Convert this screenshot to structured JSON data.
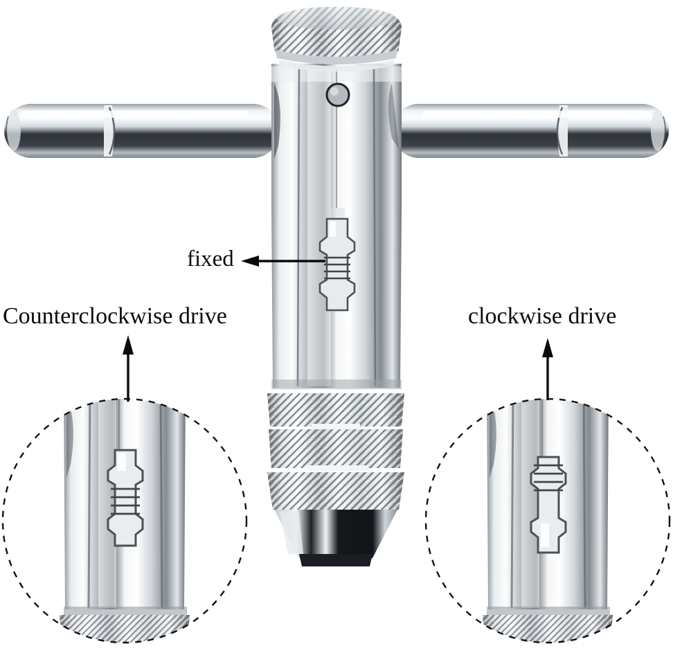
{
  "image": {
    "subject": "T-handle ratchet tap wrench",
    "background_color": "#ffffff",
    "text_color": "#0b0b0b",
    "metal_color": "#c9ced3",
    "metal_highlight": "#ffffff",
    "metal_shadow": "#5a6066",
    "metal_dark": "#23282c"
  },
  "annotations": {
    "fixed": {
      "text": "fixed",
      "arrow": "arrow-left-icon"
    },
    "counterclockwise": {
      "text": "Counterclockwise drive",
      "arrow": "arrow-up-icon"
    },
    "clockwise": {
      "text": "clockwise drive",
      "arrow": "arrow-up-icon"
    }
  },
  "detail_circles": {
    "left": {
      "name": "counterclockwise-detail",
      "switch_position": "up",
      "border": "dashed"
    },
    "right": {
      "name": "clockwise-detail",
      "switch_position": "down",
      "border": "dashed"
    }
  },
  "tool_parts": {
    "top_cap": "knurled-cap",
    "body": "chrome-body",
    "pin": "body-pin",
    "handle_left": "t-bar-left",
    "handle_right": "t-bar-right",
    "selector": "reversing-switch",
    "chuck": "knurled-chuck",
    "jaws": "chuck-jaws"
  }
}
